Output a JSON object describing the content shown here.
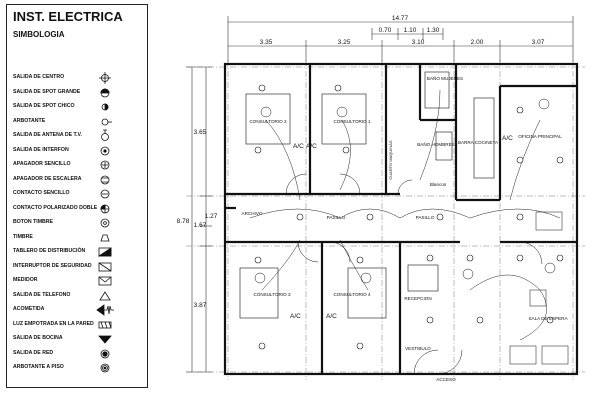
{
  "legend": {
    "title": "INST. ELECTRICA",
    "subtitle": "SIMBOLOGIA",
    "items": [
      {
        "label": "SALIDA DE CENTRO",
        "icon": "ceiling-outlet-icon"
      },
      {
        "label": "SALIDA DE SPOT GRANDE",
        "icon": "large-spot-icon"
      },
      {
        "label": "SALIDA DE SPOT CHICO",
        "icon": "small-spot-icon"
      },
      {
        "label": "ARBOTANTE",
        "icon": "wall-lamp-icon"
      },
      {
        "label": "SALIDA DE ANTENA DE T.V.",
        "icon": "tv-antenna-icon"
      },
      {
        "label": "SALIDA DE INTERFON",
        "icon": "intercom-icon"
      },
      {
        "label": "APAGADOR SENCILLO",
        "icon": "single-switch-icon"
      },
      {
        "label": "APAGADOR DE ESCALERA",
        "icon": "stair-switch-icon"
      },
      {
        "label": "CONTACTO SENCILLO",
        "icon": "single-outlet-icon"
      },
      {
        "label": "CONTACTO POLARIZADO DOBLE",
        "icon": "double-outlet-icon"
      },
      {
        "label": "BOTON TIMBRE",
        "icon": "doorbell-button-icon"
      },
      {
        "label": "TIMBRE",
        "icon": "bell-icon"
      },
      {
        "label": "TABLERO DE DISTRIBUCIÓN",
        "icon": "distribution-board-icon"
      },
      {
        "label": "INTERRUPTOR DE SEGURIDAD",
        "icon": "safety-switch-icon"
      },
      {
        "label": "MEDIDOR",
        "icon": "meter-icon"
      },
      {
        "label": "SALIDA DE TELEFONO",
        "icon": "telephone-outlet-icon"
      },
      {
        "label": "ACOMETIDA",
        "icon": "service-drop-icon"
      },
      {
        "label": "LUZ EMPOTRADA EN LA PARED",
        "icon": "recessed-wall-light-icon"
      },
      {
        "label": "SALIDA DE BOCINA",
        "icon": "speaker-outlet-icon"
      },
      {
        "label": "SALIDA DE RED",
        "icon": "network-outlet-icon"
      },
      {
        "label": "ARBOTANTE A PISO",
        "icon": "floor-lamp-icon"
      }
    ]
  },
  "plan": {
    "dims_top": [
      "14.77",
      "3.35",
      "3.25",
      "0.70",
      "1.10",
      "1.30",
      "3.10",
      "2.00",
      "3.07"
    ],
    "dims_left": [
      "8.78",
      "3.65",
      "1.27",
      "1.67",
      "3.87"
    ],
    "rooms": {
      "consultorio_2": "CONSULTORIO 2",
      "consultorio_1": "CONSULTORIO 1",
      "consultorio_3": "CONSULTORIO 3",
      "consultorio_4": "CONSULTORIO 4",
      "bano_mujeres": "BAÑO MUJERES",
      "bano_hombres": "BAÑO HOMBRES",
      "barra_cocineta": "BARRA COCINETA",
      "oficina_principal": "OFICINA PRINCIPAL",
      "blancos": "Blancos",
      "archivo": "ARCHIVO",
      "pasillo_1": "PASILLO",
      "pasillo_2": "PASILLO",
      "recepcion": "RECEPCION",
      "sala_espera": "SALA DE ESPERA",
      "vestibulo": "VESTIBULO",
      "acceso": "ACCESO",
      "cuarto_maquinas": "CUARTO MAQUINAS"
    },
    "ac_label": "A/C"
  }
}
